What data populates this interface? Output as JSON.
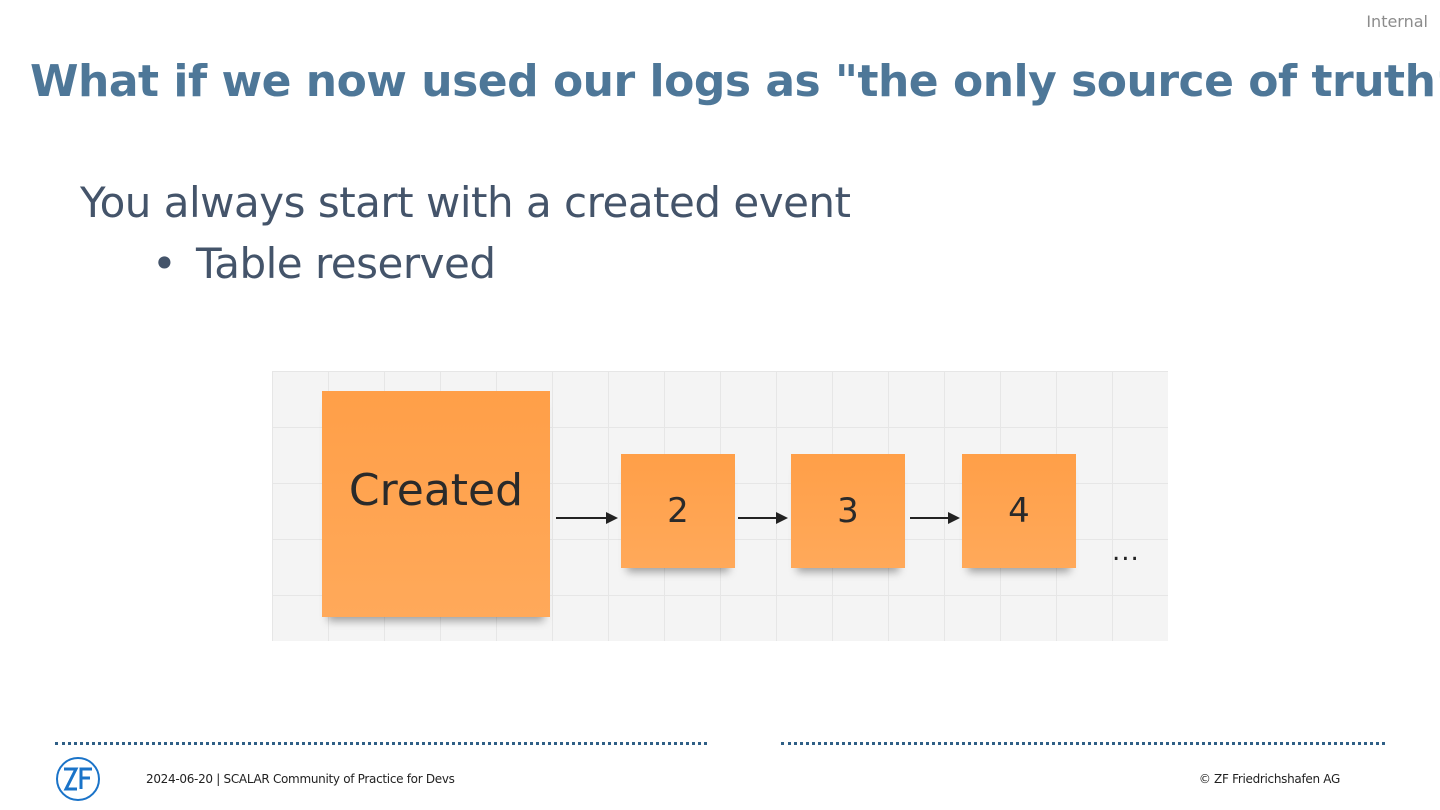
{
  "classification": "Internal",
  "title": "What if we now used our logs as \"the only source of truth“",
  "body": {
    "line1": "You always start with a created event",
    "bullets": [
      "Table reserved"
    ]
  },
  "board": {
    "notes": [
      "Created",
      "2",
      "3",
      "4"
    ],
    "continuation": "..."
  },
  "footer": {
    "left": "2024-06-20 | SCALAR Community of Practice for Devs",
    "right": "© ZF Friedrichshafen AG"
  },
  "logo": {
    "text": "ZF",
    "color": "#1a73c8"
  }
}
